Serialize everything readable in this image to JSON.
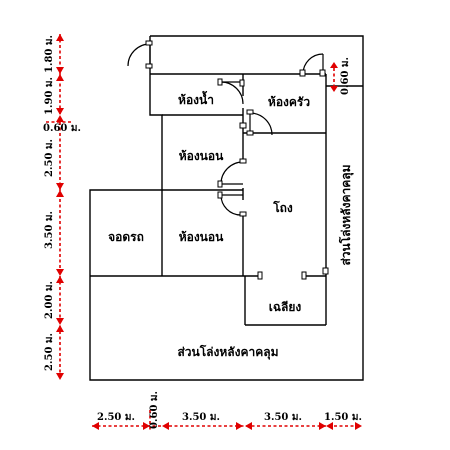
{
  "rooms": {
    "bathroom": "ห้องน้ำ",
    "kitchen": "ห้องครัว",
    "bedroom_1": "ห้องนอน",
    "bedroom_2": "ห้องนอน",
    "living": "โถง",
    "garage": "จอดรถ",
    "terrace": "เฉลียง",
    "covered_area_right": "ส่วนโล่งหลังคาคลุม",
    "covered_area_bottom": "ส่วนโล่งหลังคาคลุม"
  },
  "dimensions_left": [
    "1.80 ม.",
    "1.90 ม.",
    "0.60 ม.",
    "2.50 ม.",
    "3.50 ม.",
    "2.00 ม.",
    "2.50 ม."
  ],
  "dimension_right_top": "0.60 ม.",
  "dimensions_bottom": [
    "2.50 ม.",
    "0.60 ม.",
    "3.50 ม.",
    "3.50 ม.",
    "1.50 ม."
  ],
  "colors": {
    "dimension": "#e00000",
    "wall": "#000000"
  }
}
